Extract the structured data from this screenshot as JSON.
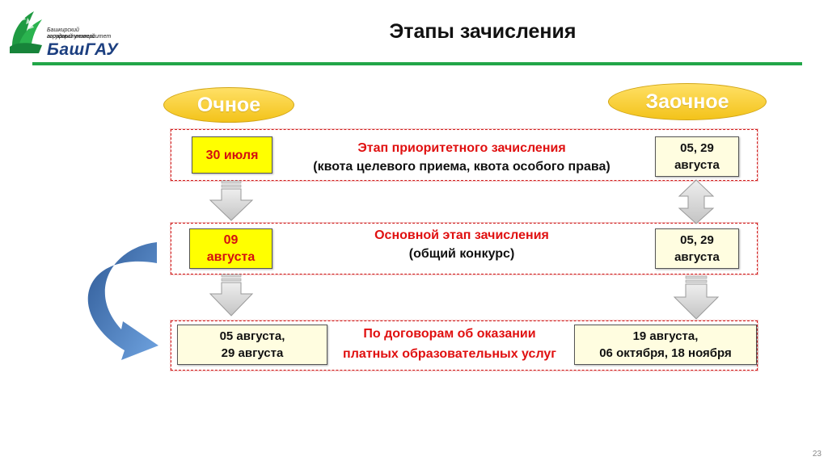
{
  "header": {
    "university_line1": "Башкирский государственный",
    "university_line2": "аграрный университет",
    "logo_name": "БашГАУ",
    "title": "Этапы зачисления"
  },
  "forms": {
    "full_time": "Очное",
    "part_time": "Заочное"
  },
  "stages": [
    {
      "title": "Этап приоритетного зачисления",
      "subtitle": "(квота целевого приема, квота особого права)",
      "full_time_date": "30 июля",
      "part_time_date_line1": "05, 29",
      "part_time_date_line2": "августа"
    },
    {
      "title": "Основной этап зачисления",
      "subtitle": "(общий конкурс)",
      "full_time_date_line1": "09",
      "full_time_date_line2": "августа",
      "part_time_date_line1": "05, 29",
      "part_time_date_line2": "августа"
    },
    {
      "title_line1": "По договорам об оказании",
      "title_line2": "платных образовательных услуг",
      "full_time_date_line1": "05 августа,",
      "full_time_date_line2": "29 августа",
      "part_time_date_line1": "19 августа,",
      "part_time_date_line2": "06 октября, 18 ноября"
    }
  ],
  "page_number": "23",
  "colors": {
    "accent_green": "#21a648",
    "stage_red": "#e01010",
    "highlight_yellow": "#ffff00",
    "oval_gold": "#f3c31a",
    "arrow_blue": "#4a7fc6"
  }
}
